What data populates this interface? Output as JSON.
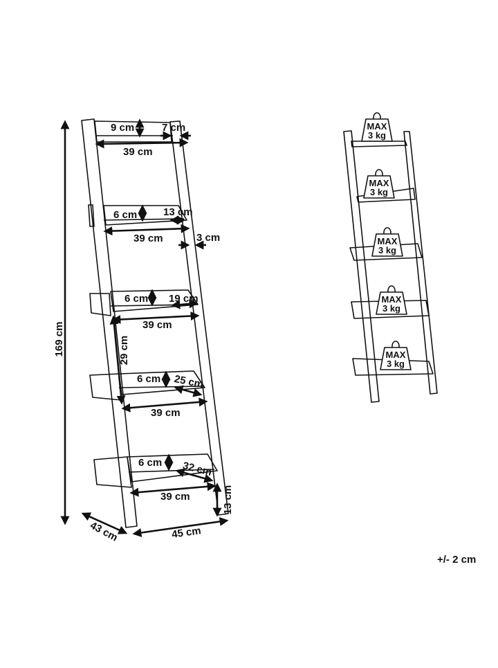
{
  "dimensions": {
    "height": "169 cm",
    "depth": "43 cm",
    "width_base": "45 cm",
    "foot_height": "13 cm",
    "top_shelf_height": "9 cm",
    "top_offset": "7 cm",
    "rail_thickness": "3 cm",
    "shelf_spacing": "29 cm",
    "shelf_width": "39 cm",
    "shelf_lip": "6 cm",
    "shelves": [
      {
        "width": "39 cm",
        "lip": "9 cm",
        "depth": "7 cm"
      },
      {
        "width": "39 cm",
        "lip": "6 cm",
        "depth": "13 cm"
      },
      {
        "width": "39 cm",
        "lip": "6 cm",
        "depth": "19 cm"
      },
      {
        "width": "39 cm",
        "lip": "6 cm",
        "depth": "25 cm"
      },
      {
        "width": "39 cm",
        "lip": "6 cm",
        "depth": "32 cm"
      }
    ]
  },
  "load": {
    "label": "MAX",
    "value": "3 kg",
    "count": 5
  },
  "tolerance": "+/- 2 cm",
  "colors": {
    "line": "#111111",
    "background": "#ffffff"
  }
}
